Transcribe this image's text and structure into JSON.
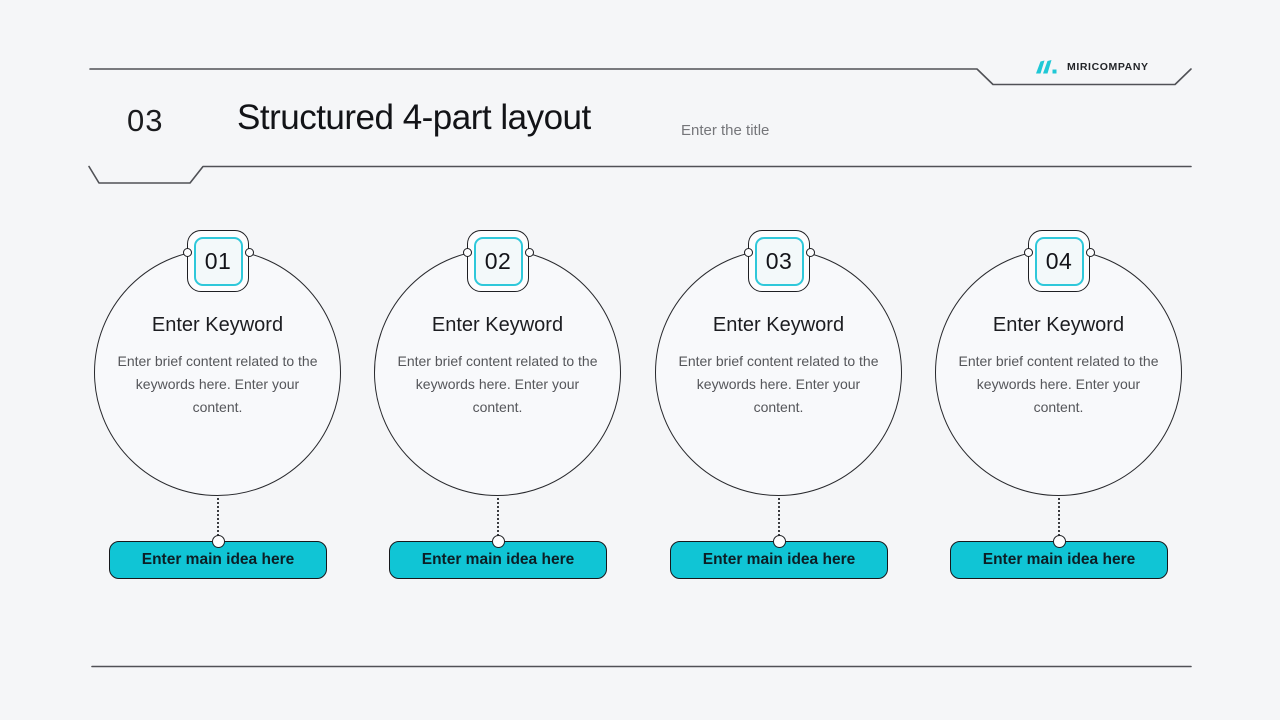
{
  "page": {
    "background": "#f5f6f8",
    "accent_color": "#10c5d5",
    "line_color": "#505156"
  },
  "header": {
    "slide_number": "03",
    "title": "Structured 4-part layout",
    "title_placeholder": "Enter the title",
    "brand_name": "MIRICOMPANY"
  },
  "steps": [
    {
      "number": "01",
      "keyword": "Enter Keyword",
      "description": "Enter brief content related to the keywords here. Enter your content.",
      "main_idea_label": "Enter main idea here"
    },
    {
      "number": "02",
      "keyword": "Enter Keyword",
      "description": "Enter brief content related to the keywords here. Enter your content.",
      "main_idea_label": "Enter main idea here"
    },
    {
      "number": "03",
      "keyword": "Enter Keyword",
      "description": "Enter brief content related to the keywords here. Enter your content.",
      "main_idea_label": "Enter main idea here"
    },
    {
      "number": "04",
      "keyword": "Enter Keyword",
      "description": "Enter brief content related to the keywords here. Enter your content.",
      "main_idea_label": "Enter main idea here"
    }
  ]
}
